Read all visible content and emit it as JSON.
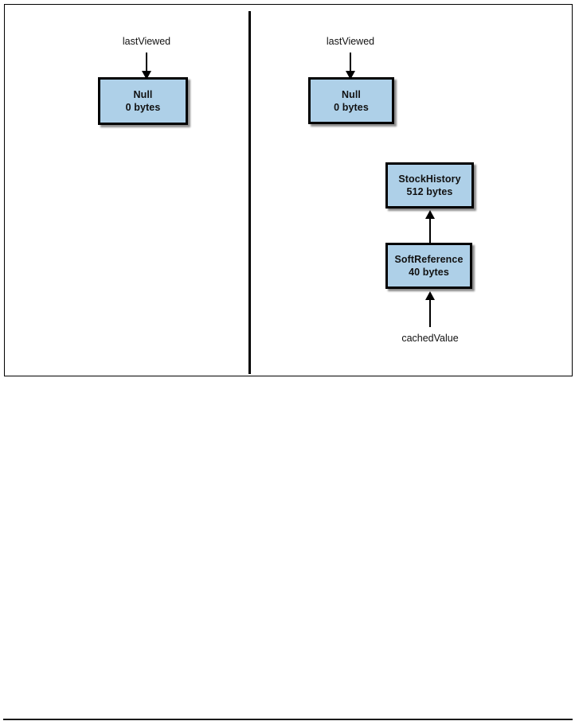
{
  "figure": {
    "type": "object-reference-diagram",
    "panels": [
      {
        "id": "left-panel",
        "name": "before-caching",
        "nodes": [
          {
            "id": "left-null",
            "title": "Null",
            "size": "0 bytes"
          }
        ],
        "labels": [
          {
            "id": "left-lastviewed",
            "text": "lastViewed"
          }
        ],
        "edges": [
          {
            "id": "left-lastviewed-to-null",
            "from": "lastViewed",
            "to": "Null",
            "direction": "down"
          }
        ]
      },
      {
        "id": "right-panel",
        "name": "after-caching",
        "nodes": [
          {
            "id": "right-null",
            "title": "Null",
            "size": "0 bytes"
          },
          {
            "id": "stockhistory",
            "title": "StockHistory",
            "size": "512 bytes"
          },
          {
            "id": "softreference",
            "title": "SoftReference",
            "size": "40 bytes"
          }
        ],
        "labels": [
          {
            "id": "right-lastviewed",
            "text": "lastViewed"
          },
          {
            "id": "right-cachedvalue",
            "text": "cachedValue"
          }
        ],
        "edges": [
          {
            "id": "right-lastviewed-to-null",
            "from": "lastViewed",
            "to": "Null",
            "direction": "down"
          },
          {
            "id": "softreference-to-stockhistory",
            "from": "SoftReference",
            "to": "StockHistory",
            "direction": "up"
          },
          {
            "id": "cachedvalue-to-softreference",
            "from": "cachedValue",
            "to": "SoftReference",
            "direction": "up"
          }
        ]
      }
    ],
    "colors": {
      "box_fill": "#aed0e8",
      "box_border": "#000000",
      "text": "#111111",
      "frame": "#000000"
    }
  }
}
